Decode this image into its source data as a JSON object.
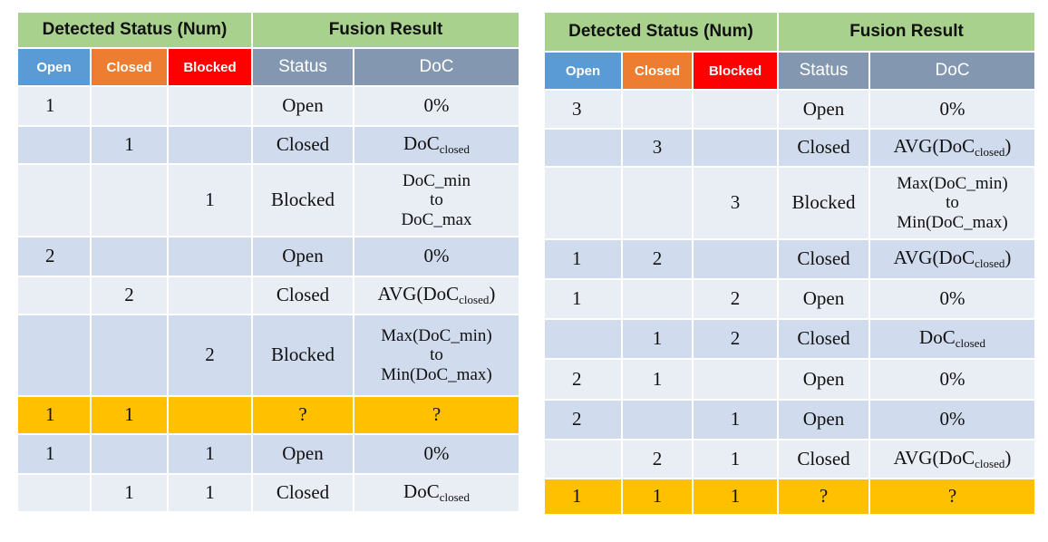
{
  "left_table": {
    "group_headers": {
      "detected": "Detected Status (Num)",
      "fusion": "Fusion Result"
    },
    "column_headers": {
      "open": "Open",
      "closed": "Closed",
      "blocked": "Blocked",
      "status": "Status",
      "doc": "DoC"
    },
    "rows": [
      {
        "open": "1",
        "closed": "",
        "blocked": "",
        "status": "Open",
        "doc_pre": "0%",
        "doc_sub": "",
        "doc_post": "",
        "highlight": false
      },
      {
        "open": "",
        "closed": "1",
        "blocked": "",
        "status": "Closed",
        "doc_pre": "DoC",
        "doc_sub": "closed",
        "doc_post": "",
        "highlight": false
      },
      {
        "open": "",
        "closed": "",
        "blocked": "1",
        "status": "Blocked",
        "doc_lines": [
          "DoC_min",
          "to",
          "DoC_max"
        ],
        "highlight": false
      },
      {
        "open": "2",
        "closed": "",
        "blocked": "",
        "status": "Open",
        "doc_pre": "0%",
        "doc_sub": "",
        "doc_post": "",
        "highlight": false
      },
      {
        "open": "",
        "closed": "2",
        "blocked": "",
        "status": "Closed",
        "doc_pre": "AVG(DoC",
        "doc_sub": "closed",
        "doc_post": ")",
        "highlight": false
      },
      {
        "open": "",
        "closed": "",
        "blocked": "2",
        "status": "Blocked",
        "doc_lines": [
          "Max(DoC_min)",
          "to",
          "Min(DoC_max)"
        ],
        "highlight": false
      },
      {
        "open": "1",
        "closed": "1",
        "blocked": "",
        "status": "?",
        "doc_pre": "?",
        "doc_sub": "",
        "doc_post": "",
        "highlight": true
      },
      {
        "open": "1",
        "closed": "",
        "blocked": "1",
        "status": "Open",
        "doc_pre": "0%",
        "doc_sub": "",
        "doc_post": "",
        "highlight": false
      },
      {
        "open": "",
        "closed": "1",
        "blocked": "1",
        "status": "Closed",
        "doc_pre": "DoC",
        "doc_sub": "closed",
        "doc_post": "",
        "highlight": false
      }
    ]
  },
  "right_table": {
    "group_headers": {
      "detected": "Detected Status (Num)",
      "fusion": "Fusion Result"
    },
    "column_headers": {
      "open": "Open",
      "closed": "Closed",
      "blocked": "Blocked",
      "status": "Status",
      "doc": "DoC"
    },
    "rows": [
      {
        "open": "3",
        "closed": "",
        "blocked": "",
        "status": "Open",
        "doc_pre": "0%",
        "doc_sub": "",
        "doc_post": "",
        "highlight": false
      },
      {
        "open": "",
        "closed": "3",
        "blocked": "",
        "status": "Closed",
        "doc_pre": "AVG(DoC",
        "doc_sub": "closed",
        "doc_post": ")",
        "highlight": false
      },
      {
        "open": "",
        "closed": "",
        "blocked": "3",
        "status": "Blocked",
        "doc_lines": [
          "Max(DoC_min)",
          "to",
          "Min(DoC_max)"
        ],
        "highlight": false
      },
      {
        "open": "1",
        "closed": "2",
        "blocked": "",
        "status": "Closed",
        "doc_pre": "AVG(DoC",
        "doc_sub": "closed",
        "doc_post": ")",
        "highlight": false
      },
      {
        "open": "1",
        "closed": "",
        "blocked": "2",
        "status": "Open",
        "doc_pre": "0%",
        "doc_sub": "",
        "doc_post": "",
        "highlight": false
      },
      {
        "open": "",
        "closed": "1",
        "blocked": "2",
        "status": "Closed",
        "doc_pre": "DoC",
        "doc_sub": "closed",
        "doc_post": "",
        "highlight": false
      },
      {
        "open": "2",
        "closed": "1",
        "blocked": "",
        "status": "Open",
        "doc_pre": "0%",
        "doc_sub": "",
        "doc_post": "",
        "highlight": false
      },
      {
        "open": "2",
        "closed": "",
        "blocked": "1",
        "status": "Open",
        "doc_pre": "0%",
        "doc_sub": "",
        "doc_post": "",
        "highlight": false
      },
      {
        "open": "",
        "closed": "2",
        "blocked": "1",
        "status": "Closed",
        "doc_pre": "AVG(DoC",
        "doc_sub": "closed",
        "doc_post": ")",
        "highlight": false
      },
      {
        "open": "1",
        "closed": "1",
        "blocked": "1",
        "status": "?",
        "doc_pre": "?",
        "doc_sub": "",
        "doc_post": "",
        "highlight": true
      }
    ]
  },
  "colors": {
    "group_header_bg": "#a9d18e",
    "open_header_bg": "#5b9bd5",
    "closed_header_bg": "#ed7d31",
    "blocked_header_bg": "#ff0000",
    "result_header_bg": "#8497b0",
    "row_light": "#e9edf4",
    "row_dark": "#d0dcee",
    "highlight_row": "#ffc000"
  },
  "icons": []
}
